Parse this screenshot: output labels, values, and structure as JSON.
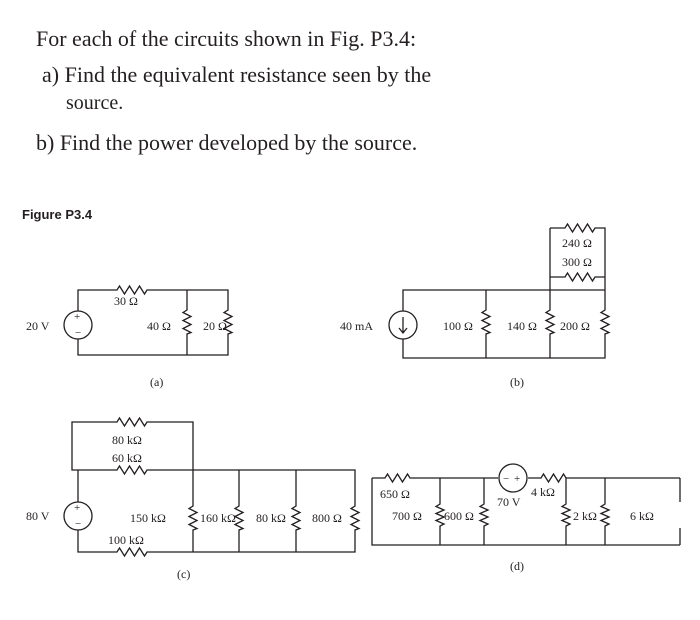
{
  "question": {
    "intro": "For each of the circuits shown in Fig. P3.4:",
    "part_a": "a) Find the equivalent resistance seen by the",
    "part_a_cont": "source.",
    "part_b": "b) Find the power developed by the source."
  },
  "figure": {
    "label": "Figure P3.4",
    "a": {
      "caption": "(a)",
      "source": "20 V",
      "r_series": "30 Ω",
      "r1": "40 Ω",
      "r2": "20 Ω"
    },
    "b": {
      "caption": "(b)",
      "source": "40 mA",
      "r100": "100 Ω",
      "r140": "140 Ω",
      "r200": "200 Ω",
      "r240": "240 Ω",
      "r300": "300 Ω"
    },
    "c": {
      "caption": "(c)",
      "source": "80 V",
      "r80k_top": "80 kΩ",
      "r60k": "60 kΩ",
      "r150k": "150 kΩ",
      "r160k": "160 kΩ",
      "r80k": "80 kΩ",
      "r800": "800 Ω",
      "r100k": "100 kΩ"
    },
    "d": {
      "caption": "(d)",
      "source": "70 V",
      "r650": "650 Ω",
      "r700": "700 Ω",
      "r600": "600 Ω",
      "r4k": "4 kΩ",
      "r2k": "2 kΩ",
      "r6k": "6 kΩ"
    }
  }
}
